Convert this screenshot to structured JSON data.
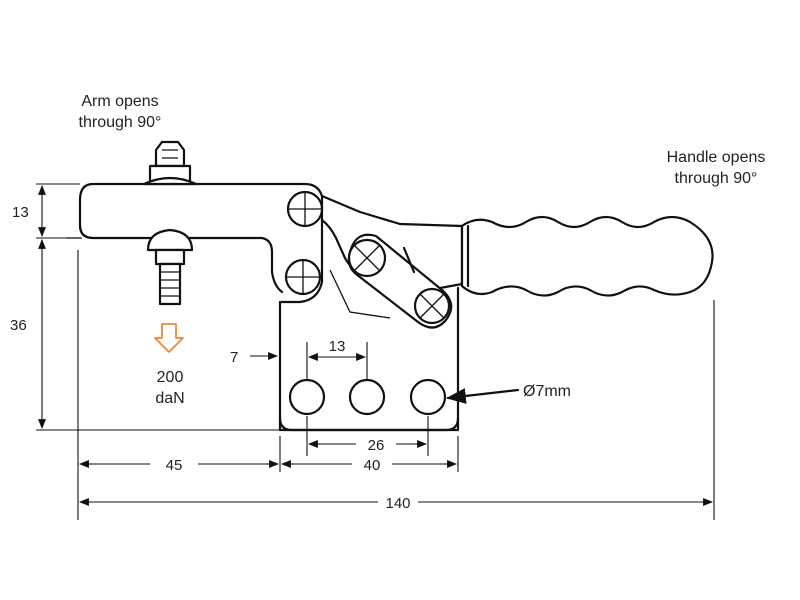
{
  "annotations": {
    "arm_opens_line1": "Arm opens",
    "arm_opens_line2": "through 90°",
    "handle_opens_line1": "Handle opens",
    "handle_opens_line2": "through 90°",
    "force_value": "200",
    "force_unit": "daN",
    "hole_diameter": "Ø7mm"
  },
  "dimensions": {
    "arm_height": "13",
    "body_height": "36",
    "hole_edge_offset": "7",
    "hole_pitch_top": "13",
    "hole_span": "26",
    "base_width": "40",
    "spindle_to_base": "45",
    "overall_length": "140"
  },
  "colors": {
    "ink": "#111111",
    "force_arrow": "#e8893a"
  }
}
